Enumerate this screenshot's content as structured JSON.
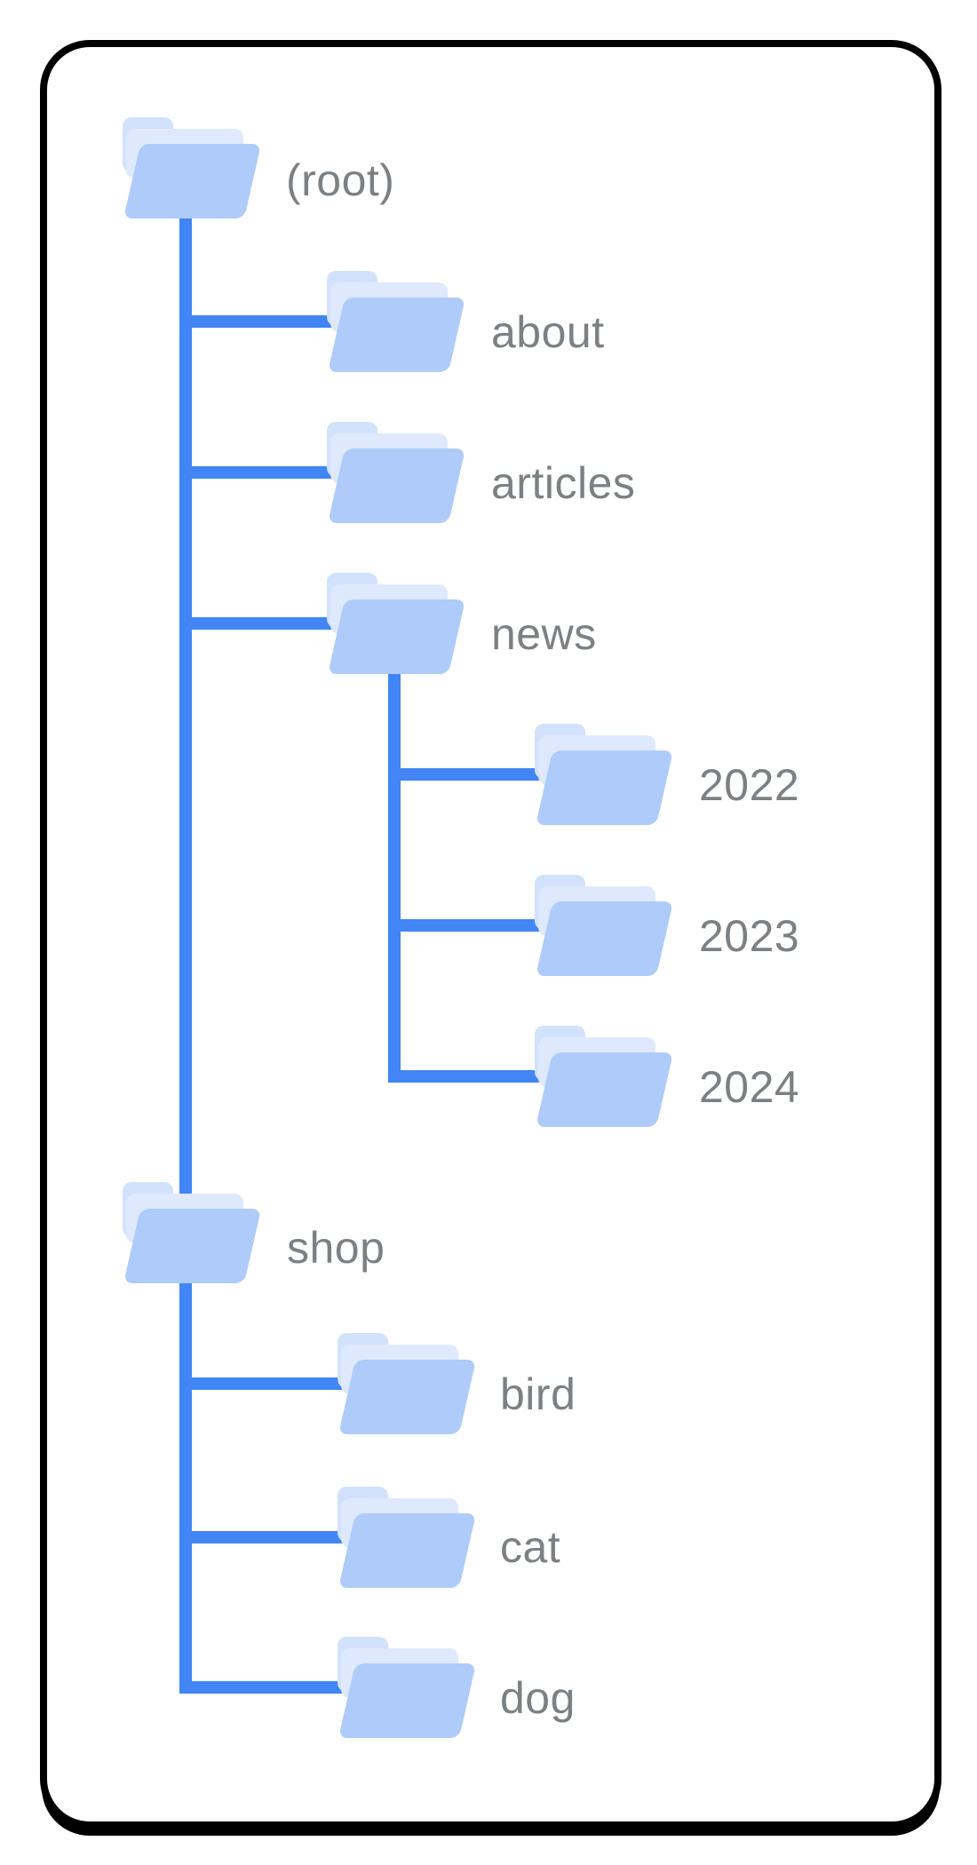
{
  "diagram": {
    "kind": "site-folder-hierarchy",
    "node_icon": "folder-icon"
  },
  "tree": {
    "nodes": [
      {
        "id": "root",
        "label": "(root)",
        "parent": null,
        "depth": 0
      },
      {
        "id": "about",
        "label": "about",
        "parent": "root",
        "depth": 1
      },
      {
        "id": "articles",
        "label": "articles",
        "parent": "root",
        "depth": 1
      },
      {
        "id": "news",
        "label": "news",
        "parent": "root",
        "depth": 1
      },
      {
        "id": "y2022",
        "label": "2022",
        "parent": "news",
        "depth": 2
      },
      {
        "id": "y2023",
        "label": "2023",
        "parent": "news",
        "depth": 2
      },
      {
        "id": "y2024",
        "label": "2024",
        "parent": "news",
        "depth": 2
      },
      {
        "id": "shop",
        "label": "shop",
        "parent": "root",
        "depth": 1
      },
      {
        "id": "bird",
        "label": "bird",
        "parent": "shop",
        "depth": 2
      },
      {
        "id": "cat",
        "label": "cat",
        "parent": "shop",
        "depth": 2
      },
      {
        "id": "dog",
        "label": "dog",
        "parent": "shop",
        "depth": 2
      }
    ]
  },
  "colors": {
    "line": "#4285f4",
    "folder_front": "#aecbfa",
    "folder_tab": "#d2e2fc",
    "folder_flap": "#dfe9fd",
    "label_text": "#7d8083",
    "card_border": "#000000",
    "card_bg": "#ffffff",
    "page_bg": "#ffffff"
  }
}
